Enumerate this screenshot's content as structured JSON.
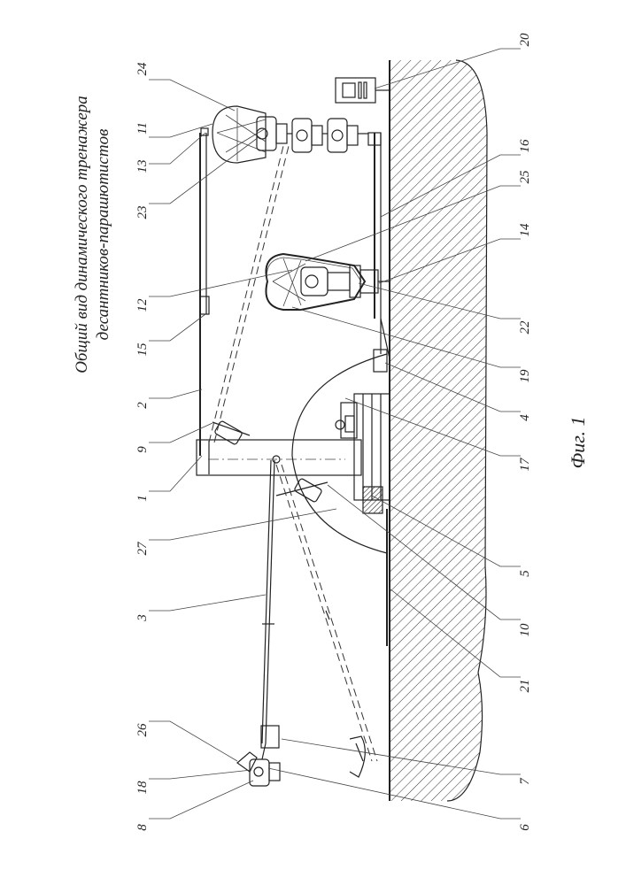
{
  "figure": {
    "title_line1": "Общий вид динамического тренажера",
    "title_line2": "десантников-парашютистов",
    "caption": "Фиг. 1"
  },
  "callouts": {
    "c1": "1",
    "c2": "2",
    "c3": "3",
    "c4": "4",
    "c5": "5",
    "c6": "6",
    "c7": "7",
    "c8": "8",
    "c9": "9",
    "c10": "10",
    "c11": "11",
    "c12": "12",
    "c13": "13",
    "c14": "14",
    "c15": "15",
    "c16": "16",
    "c17": "17",
    "c18": "18",
    "c19": "19",
    "c20": "20",
    "c21": "21",
    "c22": "22",
    "c23": "23",
    "c24": "24",
    "c25": "25",
    "c26": "26",
    "c27": "27"
  }
}
